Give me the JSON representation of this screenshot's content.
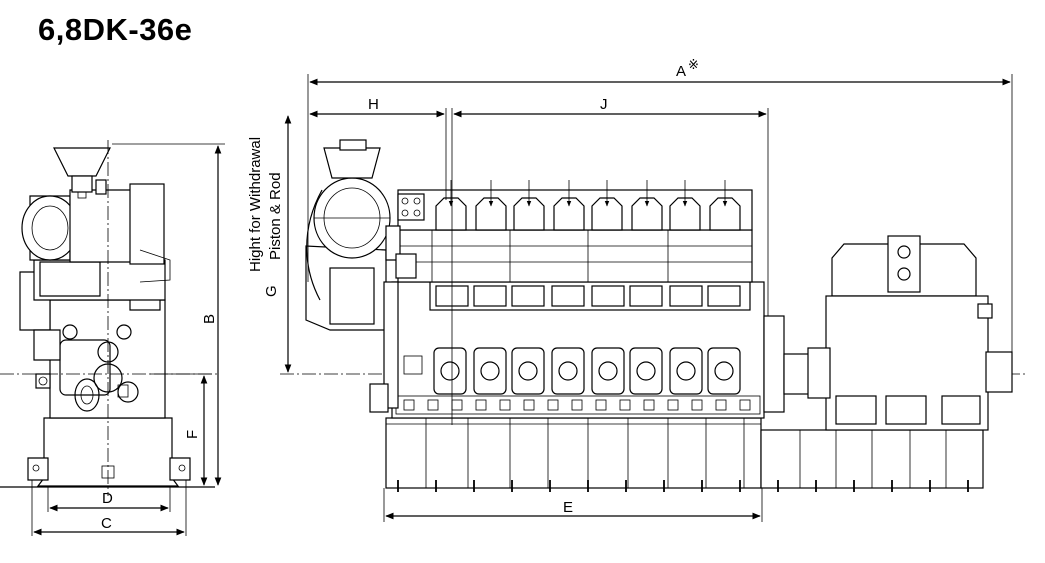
{
  "title": "6,8DK-36e",
  "dimensions": {
    "A": "A",
    "A_mark": "※",
    "B": "B",
    "C": "C",
    "D": "D",
    "E": "E",
    "F": "F",
    "G": "G",
    "H": "H",
    "J": "J"
  },
  "withdrawal_label": {
    "line1": "Hight for Withdrawal",
    "line2": "Piston & Rod"
  },
  "colors": {
    "line": "#000000",
    "background": "#ffffff"
  }
}
